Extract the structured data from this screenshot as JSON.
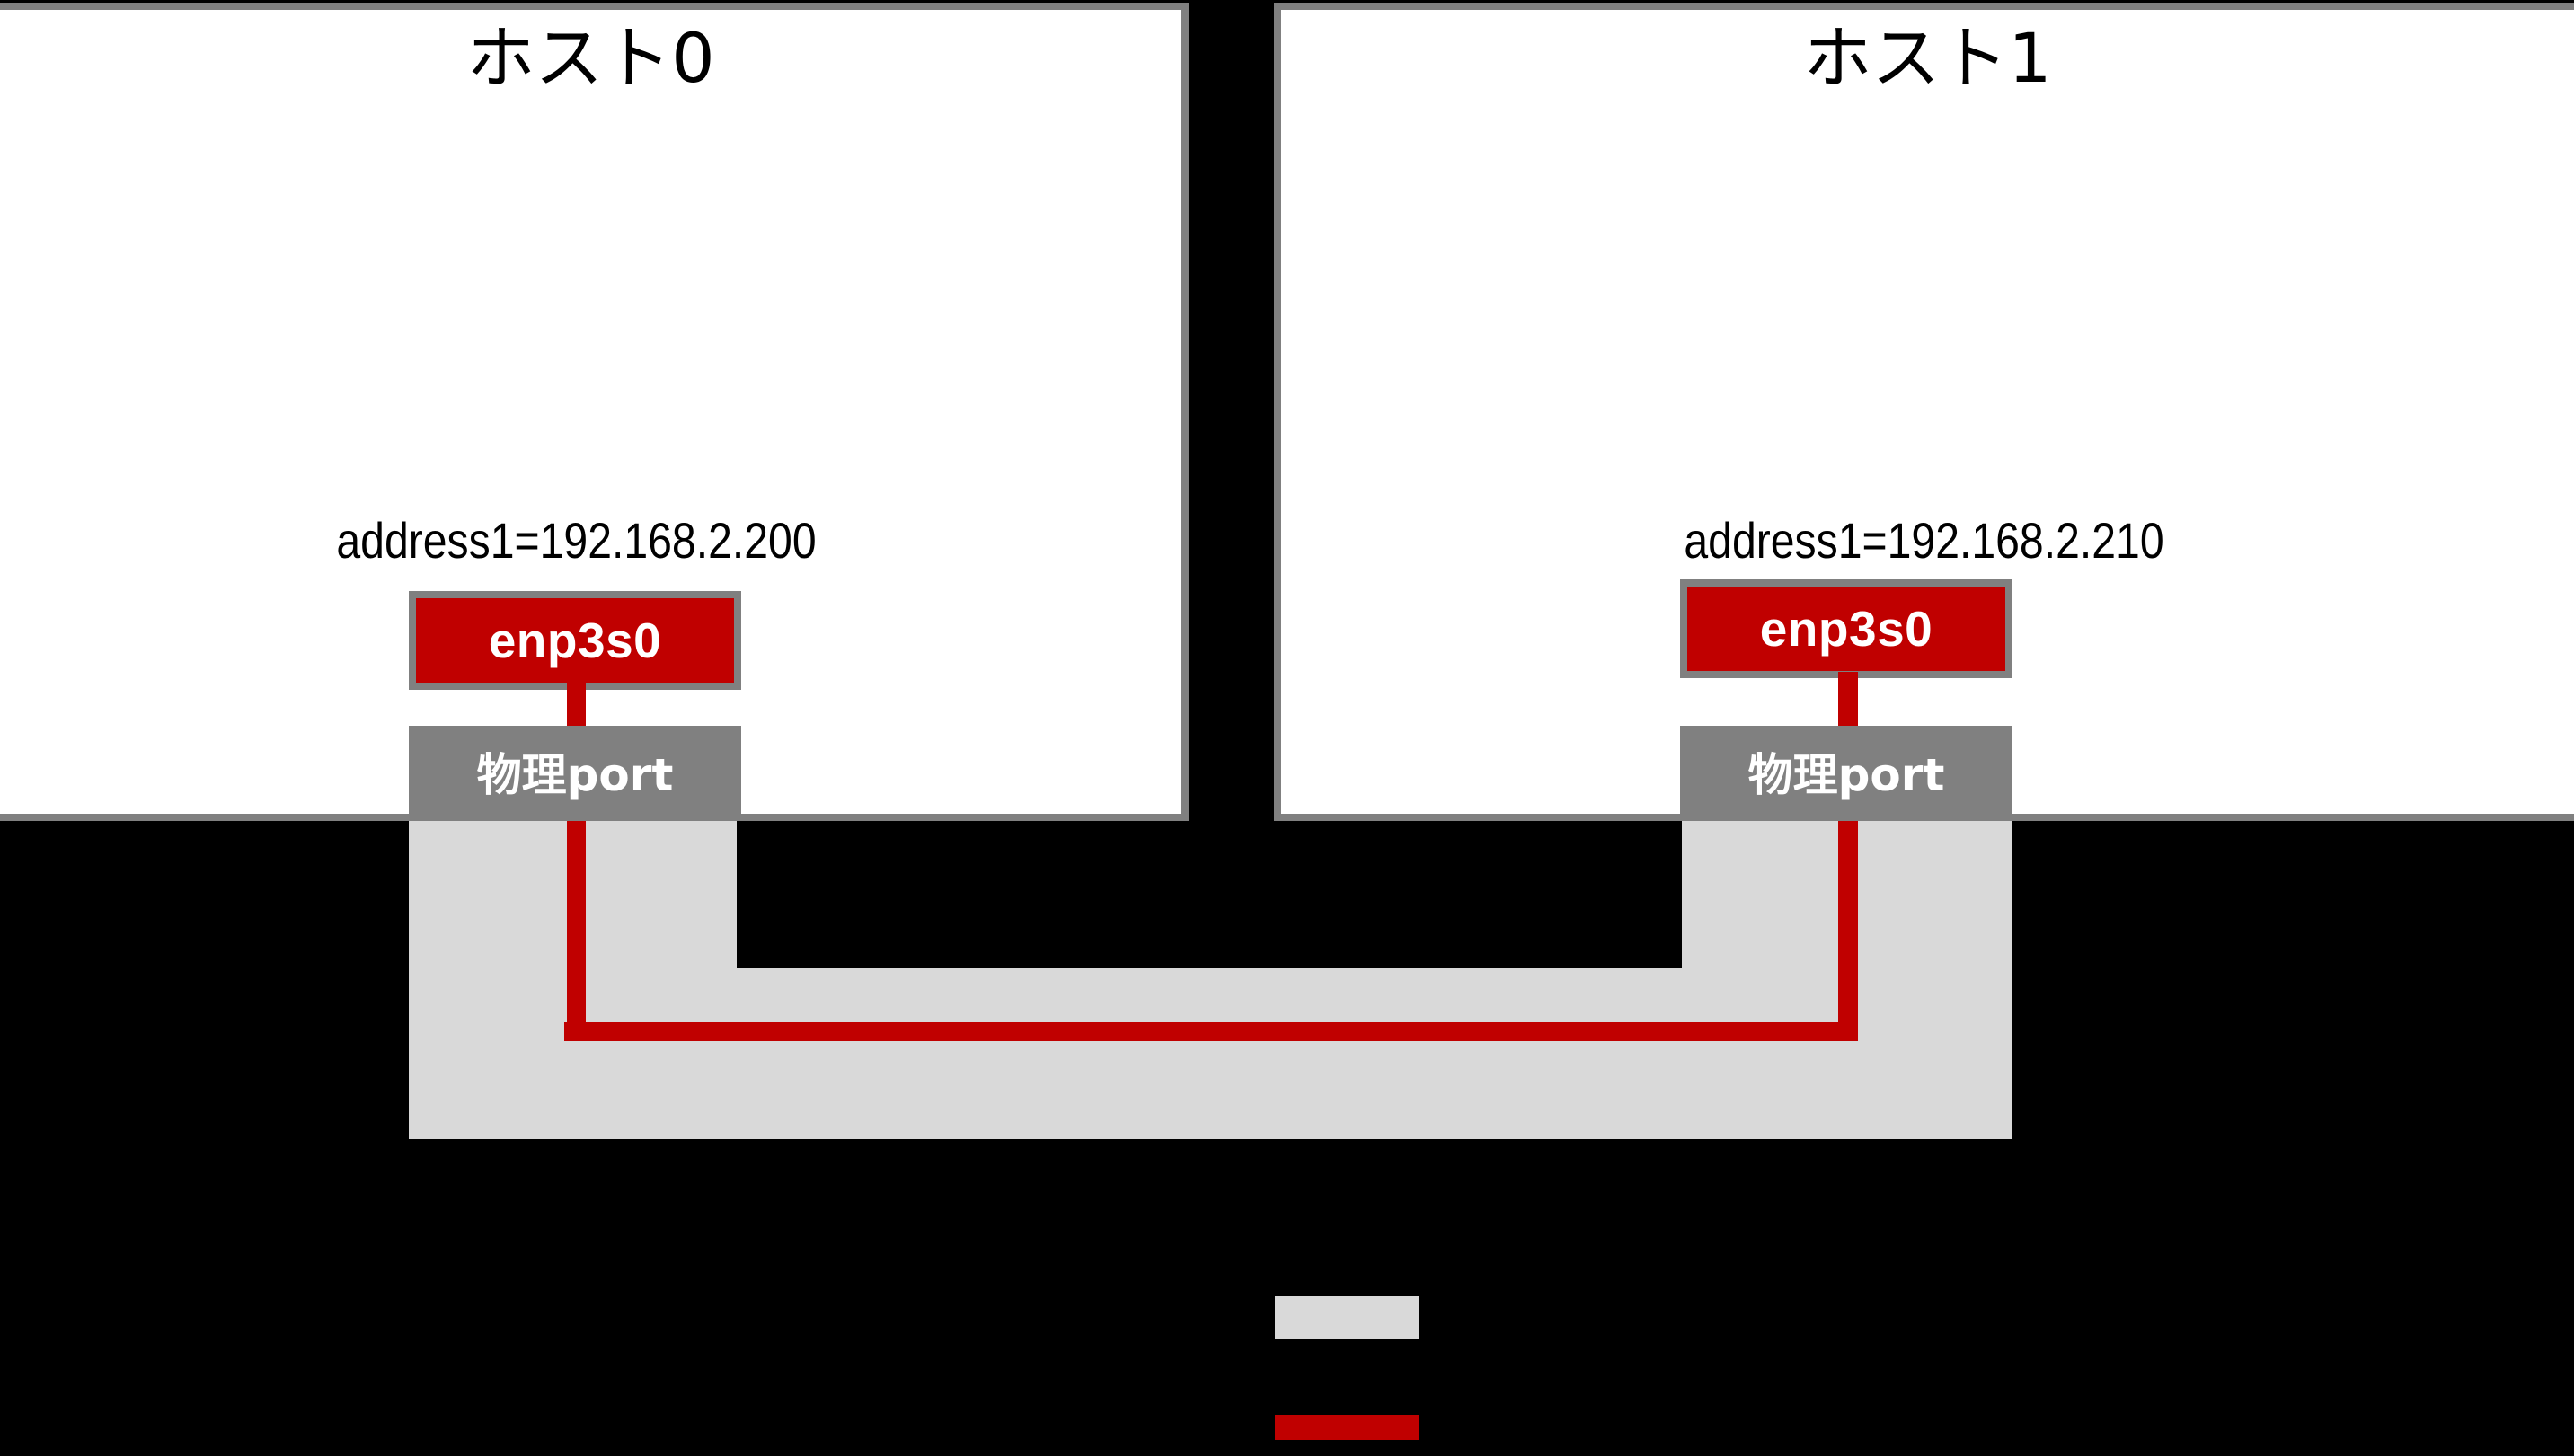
{
  "diagram": {
    "background_color": "#000000",
    "accent_red": "#c00000",
    "gray_border": "#808080",
    "cable_gray": "#d9d9d9",
    "host_fill": "#ffffff"
  },
  "hosts": [
    {
      "title": "ホスト0",
      "address_label": "address1=192.168.2.200",
      "nic_label": "enp3s0",
      "port_label": "物理port"
    },
    {
      "title": "ホスト1",
      "address_label": "address1=192.168.2.210",
      "nic_label": "enp3s0",
      "port_label": "物理port"
    }
  ],
  "legend": {
    "items": [
      {
        "swatch_color": "#d9d9d9",
        "label": ""
      },
      {
        "swatch_color": "#c00000",
        "label": ""
      }
    ]
  }
}
